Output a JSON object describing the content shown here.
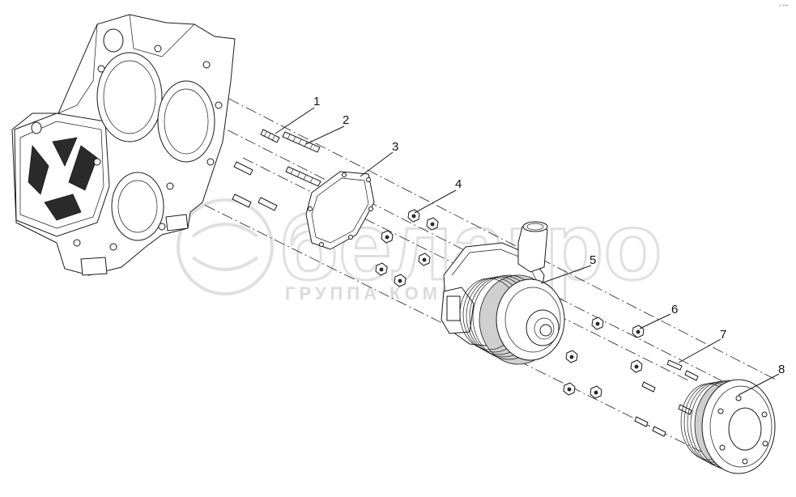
{
  "callouts": [
    "1",
    "2",
    "3",
    "4",
    "5",
    "6",
    "7",
    "8"
  ],
  "watermark": {
    "logo": "белагро",
    "subtitle": "ГРУППА КОМПАНИЙ"
  },
  "corner_mark": "° °°°"
}
